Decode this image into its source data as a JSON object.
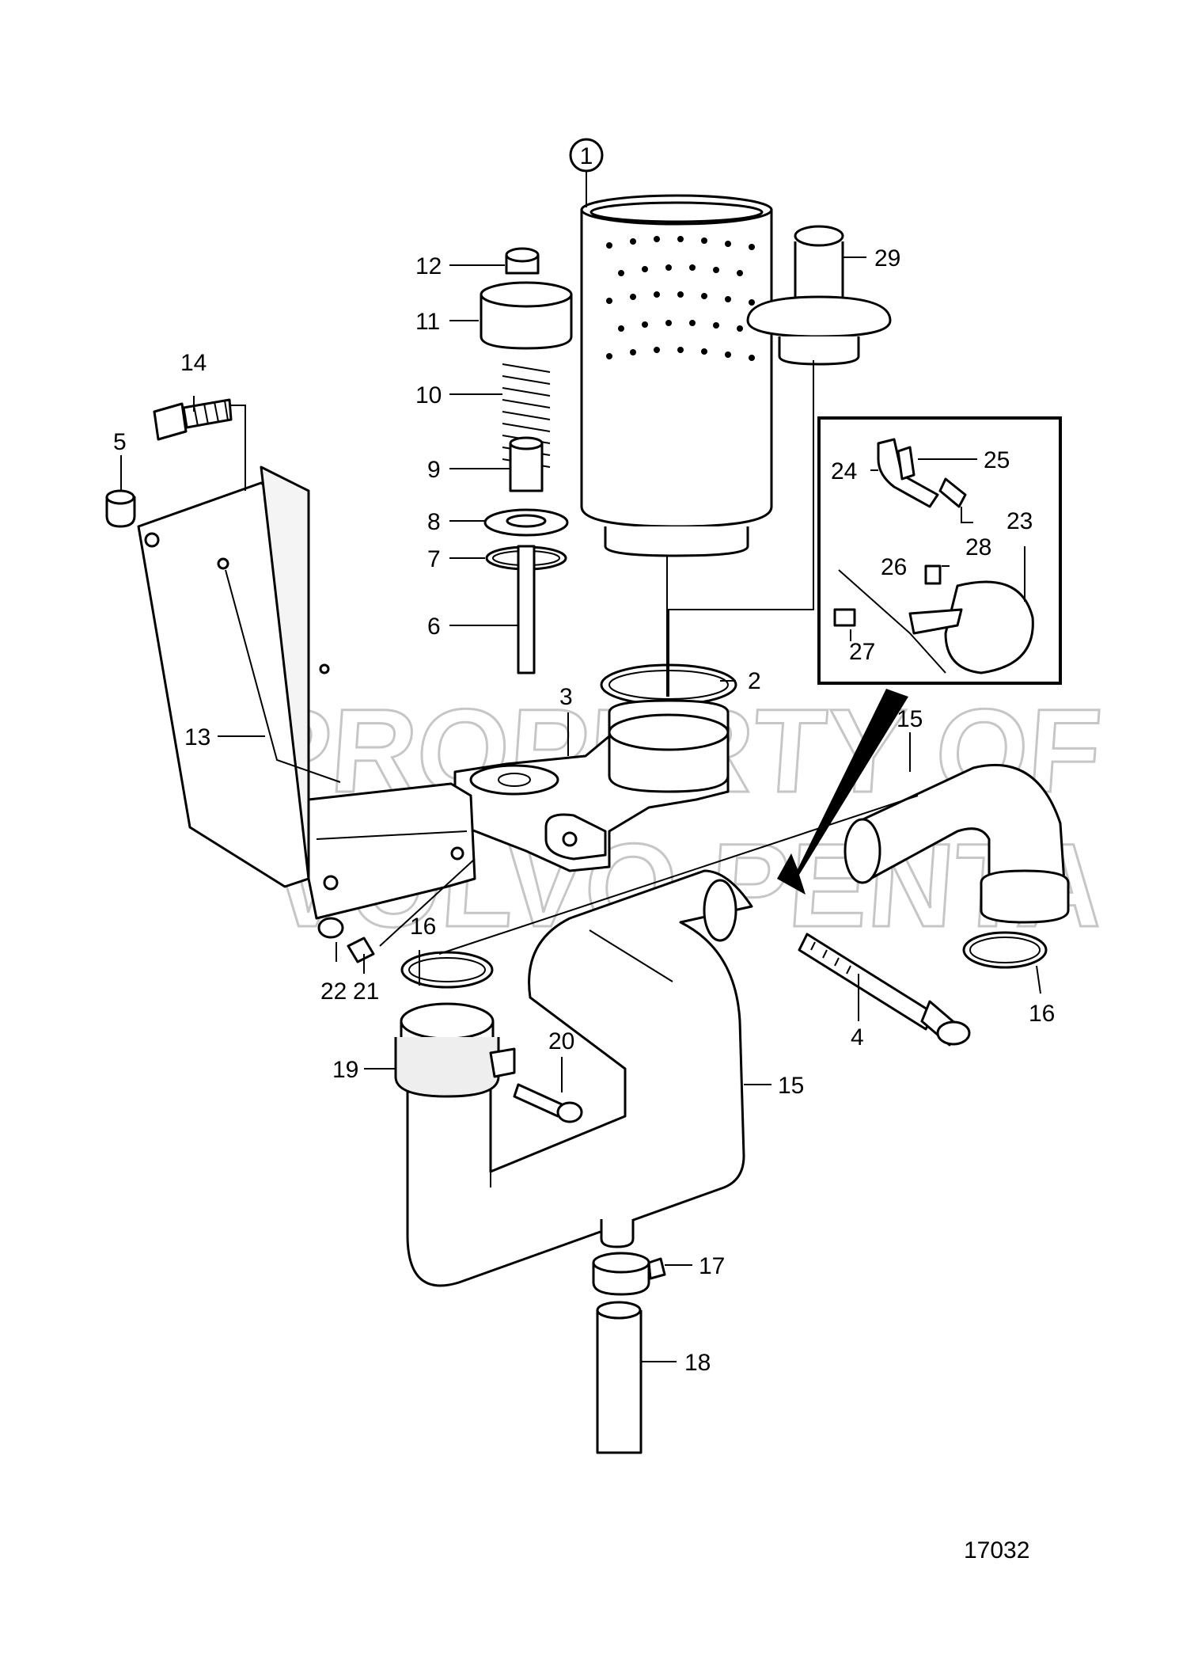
{
  "diagram": {
    "figure_number": "17032",
    "watermark_lines": [
      "PROPERTY OF",
      "VOLVO PENTA"
    ],
    "callouts": [
      {
        "id": "1",
        "text": "1",
        "circled": true
      },
      {
        "id": "2",
        "text": "2"
      },
      {
        "id": "3",
        "text": "3"
      },
      {
        "id": "4",
        "text": "4"
      },
      {
        "id": "5",
        "text": "5"
      },
      {
        "id": "6",
        "text": "6"
      },
      {
        "id": "7",
        "text": "7"
      },
      {
        "id": "8",
        "text": "8"
      },
      {
        "id": "9",
        "text": "9"
      },
      {
        "id": "10",
        "text": "10"
      },
      {
        "id": "11",
        "text": "11"
      },
      {
        "id": "12",
        "text": "12"
      },
      {
        "id": "13",
        "text": "13"
      },
      {
        "id": "14",
        "text": "14"
      },
      {
        "id": "15a",
        "text": "15"
      },
      {
        "id": "15b",
        "text": "15"
      },
      {
        "id": "16a",
        "text": "16"
      },
      {
        "id": "16b",
        "text": "16"
      },
      {
        "id": "17",
        "text": "17"
      },
      {
        "id": "18",
        "text": "18"
      },
      {
        "id": "19",
        "text": "19"
      },
      {
        "id": "20",
        "text": "20"
      },
      {
        "id": "21",
        "text": "21"
      },
      {
        "id": "22",
        "text": "22"
      },
      {
        "id": "23",
        "text": "23"
      },
      {
        "id": "24",
        "text": "24"
      },
      {
        "id": "25",
        "text": "25"
      },
      {
        "id": "26",
        "text": "26"
      },
      {
        "id": "27",
        "text": "27"
      },
      {
        "id": "28",
        "text": "28"
      },
      {
        "id": "29",
        "text": "29"
      }
    ]
  }
}
